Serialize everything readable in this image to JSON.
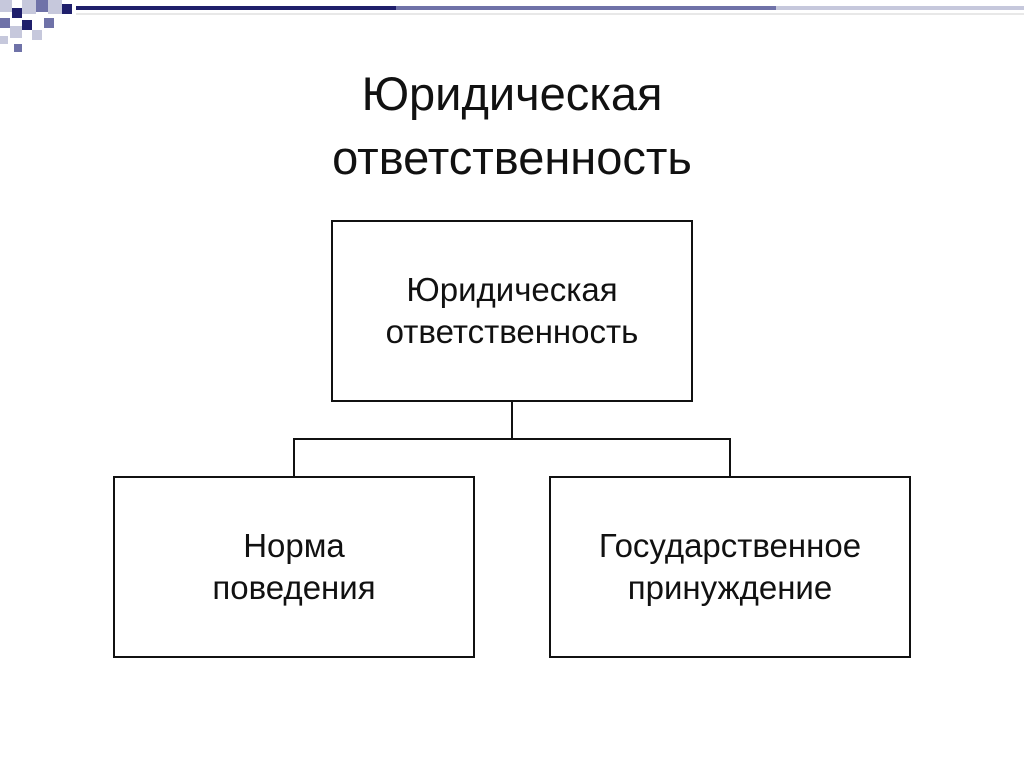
{
  "slide": {
    "title_line1": "Юридическая",
    "title_line2": "ответственность"
  },
  "diagram": {
    "root": {
      "line1": "Юридическая",
      "line2": "ответственность"
    },
    "children": [
      {
        "line1": "Норма",
        "line2": "поведения"
      },
      {
        "line1": "Государственное",
        "line2": "принуждение"
      }
    ]
  },
  "colors": {
    "decor_dark": "#1f1f6b",
    "decor_mid": "#6f72a8",
    "decor_light": "#c6c8dc",
    "decor_line": "#d0d0d0",
    "stroke": "#111111"
  }
}
